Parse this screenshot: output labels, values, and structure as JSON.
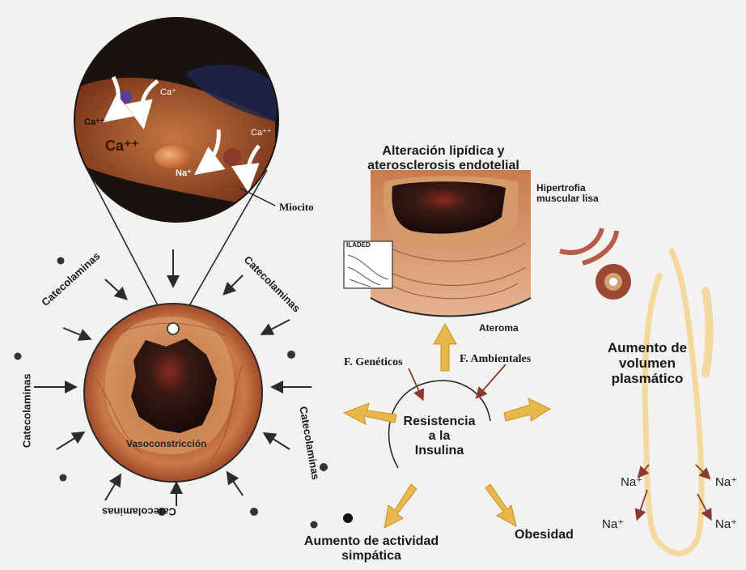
{
  "labels": {
    "ca_plus": "Ca⁺",
    "ca_pp_left": "Ca⁺⁺",
    "ca_pp_big": "Ca⁺⁺",
    "na_plus": "Na⁺",
    "ca_pp_right": "Ca⁺⁺",
    "miocito": "Miocito",
    "alteracion_1": "Alteración lipídica y",
    "alteracion_2": "aterosclerosis endotelial",
    "hipertrofia_1": "Hipertrofia",
    "hipertrofia_2": "muscular lisa",
    "ateroma": "Ateroma",
    "f_geneticos": "F. Genéticos",
    "f_ambientales": "F. Ambientales",
    "resistencia_1": "Resistencia",
    "resistencia_2": "a la",
    "resistencia_3": "Insulina",
    "obesidad": "Obesidad",
    "actividad_1": "Aumento de actividad",
    "actividad_2": "simpática",
    "volumen_1": "Aumento de",
    "volumen_2": "volumen",
    "volumen_3": "plasmático",
    "na_1": "Na⁺",
    "na_2": "Na⁺",
    "na_3": "Na⁺",
    "na_4": "Na⁺",
    "vasoconstriccion": "Vasoconstricción",
    "cat_top_left": "Catecolaminas",
    "cat_top_right": "Catecolaminas",
    "cat_left": "Catecolaminas",
    "cat_right": "Catecolaminas",
    "cat_bottom": "Catecolaminas",
    "inset_tag": "ILADED"
  },
  "colors": {
    "arrow_yellow": "#e8b84a",
    "vessel_brown": "#b8623a",
    "lumen_dark": "#2a1510",
    "red_arrow": "#8a3a30"
  }
}
